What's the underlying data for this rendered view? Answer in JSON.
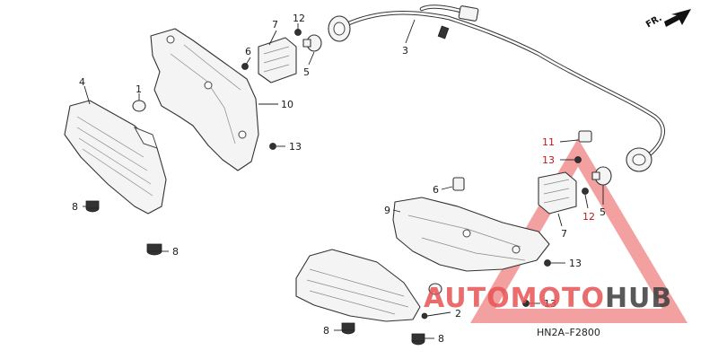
{
  "diagram_code": "HN2A–F2800",
  "direction_label": "FR.",
  "watermark": {
    "part1": "AUTO",
    "part2": "MOTO",
    "part3": "HUB",
    "red": "#e85252",
    "gray": "#3c3c3c"
  },
  "callouts": {
    "upper": [
      "7",
      "12",
      "6",
      "5",
      "3",
      "4",
      "1",
      "10",
      "13",
      "8",
      "8"
    ],
    "lower": [
      "11",
      "13",
      "6",
      "12",
      "5",
      "9",
      "7",
      "13",
      "13",
      "2",
      "8",
      "8"
    ]
  },
  "icons": [
    "fr-arrow-icon",
    "warning-triangle-icon"
  ]
}
